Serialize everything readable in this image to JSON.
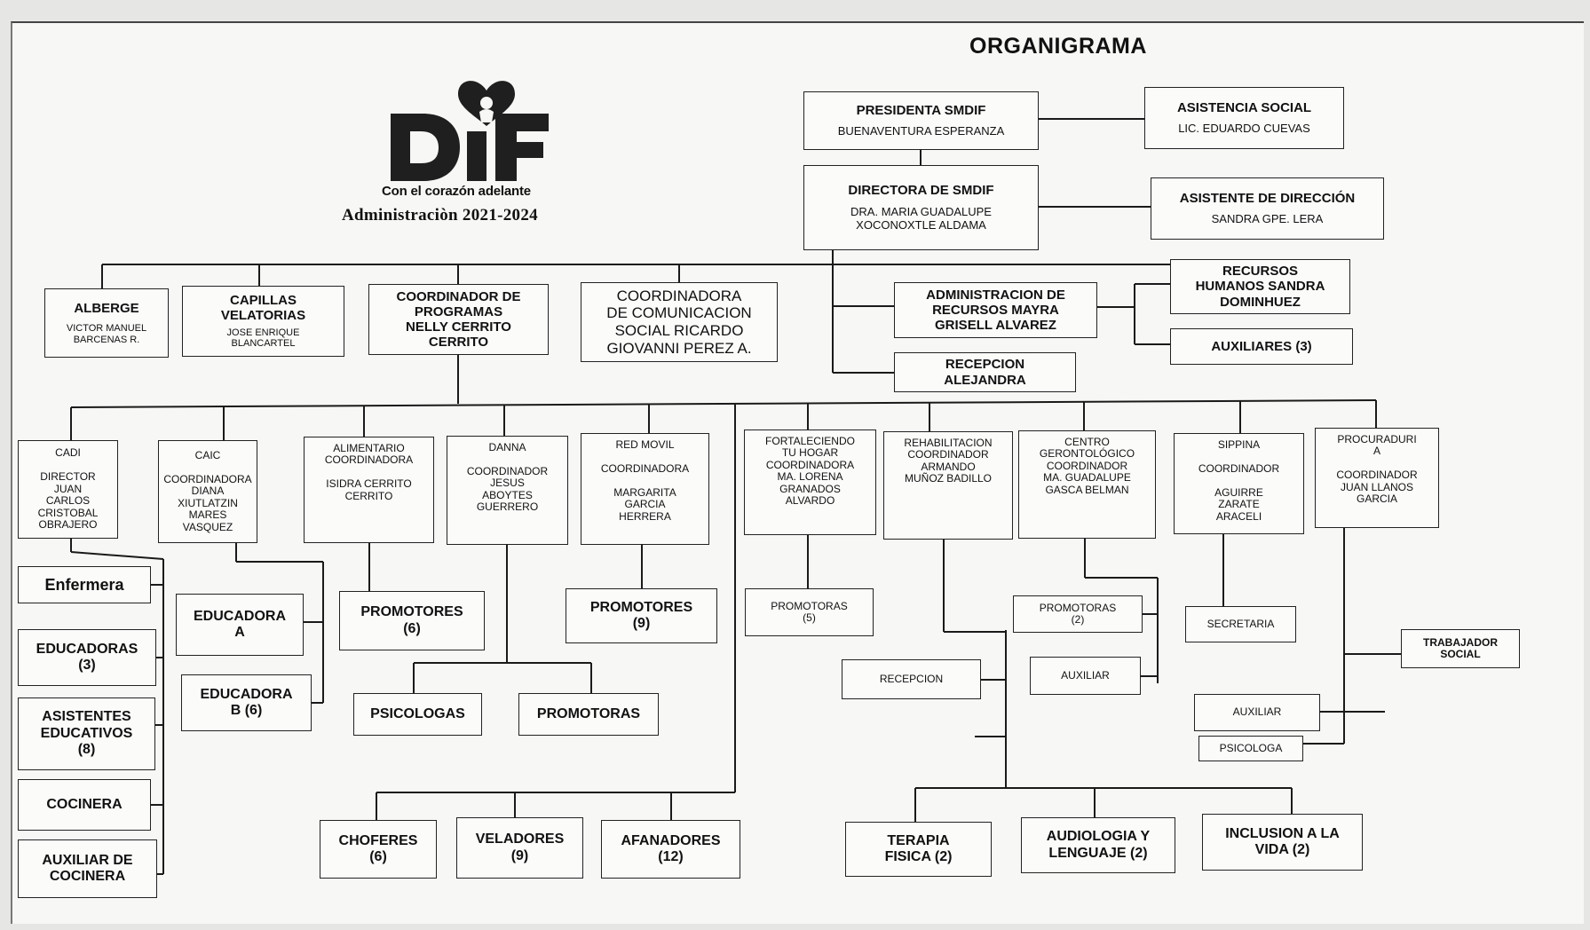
{
  "title": "ORGANIGRAMA",
  "logo": {
    "brand": "DIF",
    "tagline": "Con el corazón adelante",
    "administration": "Administraciòn 2021-2024"
  },
  "colors": {
    "line": "#1a1a1a",
    "box_border": "#222222",
    "brand_dark": "#1f1f1f"
  },
  "boxes": {
    "presidenta": {
      "title": "PRESIDENTA SMDIF",
      "name": "BUENAVENTURA ESPERANZA"
    },
    "asistencia_social": {
      "title": "ASISTENCIA SOCIAL",
      "name": "LIC. EDUARDO CUEVAS"
    },
    "directora": {
      "title": "DIRECTORA DE SMDIF",
      "name": "DRA. MARIA GUADALUPE\nXOCONOXTLE ALDAMA"
    },
    "asistente_direccion": {
      "title": "ASISTENTE DE DIRECCIÓN",
      "name": "SANDRA GPE. LERA"
    },
    "albergue": {
      "title": "ALBERGE",
      "name": "VICTOR MANUEL\nBARCENAS R."
    },
    "capillas": {
      "title": "CAPILLAS\nVELATORIAS",
      "name": "JOSE ENRIQUE\nBLANCARTEL"
    },
    "coord_programas": {
      "title": "COORDINADOR DE\nPROGRAMAS\nNELLY CERRITO\nCERRITO"
    },
    "coord_comunicacion": {
      "title": "COORDINADORA\nDE COMUNICACION\nSOCIAL  RICARDO\nGIOVANNI PEREZ A."
    },
    "administracion": {
      "title": "ADMINISTRACION DE\nRECURSOS MAYRA\nGRISELL ALVAREZ"
    },
    "recursos_humanos": {
      "title": "RECURSOS\nHUMANOS SANDRA\nDOMINHUEZ"
    },
    "auxiliares": {
      "title": "AUXILIARES (3)"
    },
    "recepcion_top": {
      "title": "RECEPCION\nALEJANDRA"
    },
    "cadi": {
      "title": "CADI\n\nDIRECTOR\nJUAN\nCARLOS\nCRISTOBAL\nOBRAJERO"
    },
    "caic": {
      "title": "CAIC\n\nCOORDINADORA\nDIANA\nXIUTLATZIN\nMARES\nVASQUEZ"
    },
    "alimentario": {
      "title": "ALIMENTARIO\nCOORDINADORA\n\nISIDRA CERRITO\nCERRITO"
    },
    "danna": {
      "title": "DANNA\n\nCOORDINADOR\nJESUS\nABOYTES\nGUERRERO"
    },
    "red_movil": {
      "title": "RED MOVIL\n\nCOORDINADORA\n\nMARGARITA\nGARCIA\nHERRERA"
    },
    "fortaleciendo": {
      "title": "FORTALECIENDO\nTU HOGAR\nCOORDINADORA\nMA. LORENA\nGRANADOS\nALVARDO"
    },
    "rehabilitacion": {
      "title": "REHABILITACION\nCOORDINADOR\nARMANDO\nMUÑOZ BADILLO"
    },
    "gerontologico": {
      "title": "CENTRO\nGERONTOLÓGICO\nCOORDINADOR\nMA. GUADALUPE\nGASCA BELMAN"
    },
    "sippina": {
      "title": "SIPPINA\n\nCOORDINADOR\n\nAGUIRRE\nZARATE\nARACELI"
    },
    "procuraduria": {
      "title": "PROCURADURI\nA\n\nCOORDINADOR\nJUAN LLANOS\nGARCIA"
    },
    "enfermera": {
      "title": "Enfermera"
    },
    "educadoras": {
      "title": "EDUCADORAS\n(3)"
    },
    "asistentes_educativos": {
      "title": "ASISTENTES\nEDUCATIVOS\n(8)"
    },
    "cocinera": {
      "title": "COCINERA"
    },
    "auxiliar_cocinera": {
      "title": "AUXILIAR DE\nCOCINERA"
    },
    "educadora_a": {
      "title": "EDUCADORA\nA"
    },
    "educadora_b": {
      "title": "EDUCADORA\nB (6)"
    },
    "promotores_6": {
      "title": "PROMOTORES\n(6)"
    },
    "psicologas": {
      "title": "PSICOLOGAS"
    },
    "promotoras_danna": {
      "title": "PROMOTORAS"
    },
    "promotores_9": {
      "title": "PROMOTORES\n(9)"
    },
    "promotoras_5": {
      "title": "PROMOTORAS\n(5)"
    },
    "recepcion_rehab": {
      "title": "RECEPCION"
    },
    "promotoras_2": {
      "title": "PROMOTORAS\n(2)"
    },
    "auxiliar_gero": {
      "title": "AUXILIAR"
    },
    "secretaria": {
      "title": "SECRETARIA"
    },
    "trabajador_social": {
      "title": "TRABAJADOR\nSOCIAL"
    },
    "auxiliar_procu": {
      "title": "AUXILIAR"
    },
    "psicologa": {
      "title": "PSICOLOGA"
    },
    "choferes": {
      "title": "CHOFERES\n(6)"
    },
    "veladores": {
      "title": "VELADORES\n(9)"
    },
    "afanadores": {
      "title": "AFANADORES\n(12)"
    },
    "terapia_fisica": {
      "title": "TERAPIA\nFISICA (2)"
    },
    "audiologia": {
      "title": "AUDIOLOGIA Y\nLENGUAJE (2)"
    },
    "inclusion": {
      "title": "INCLUSION A LA\nVIDA (2)"
    }
  }
}
